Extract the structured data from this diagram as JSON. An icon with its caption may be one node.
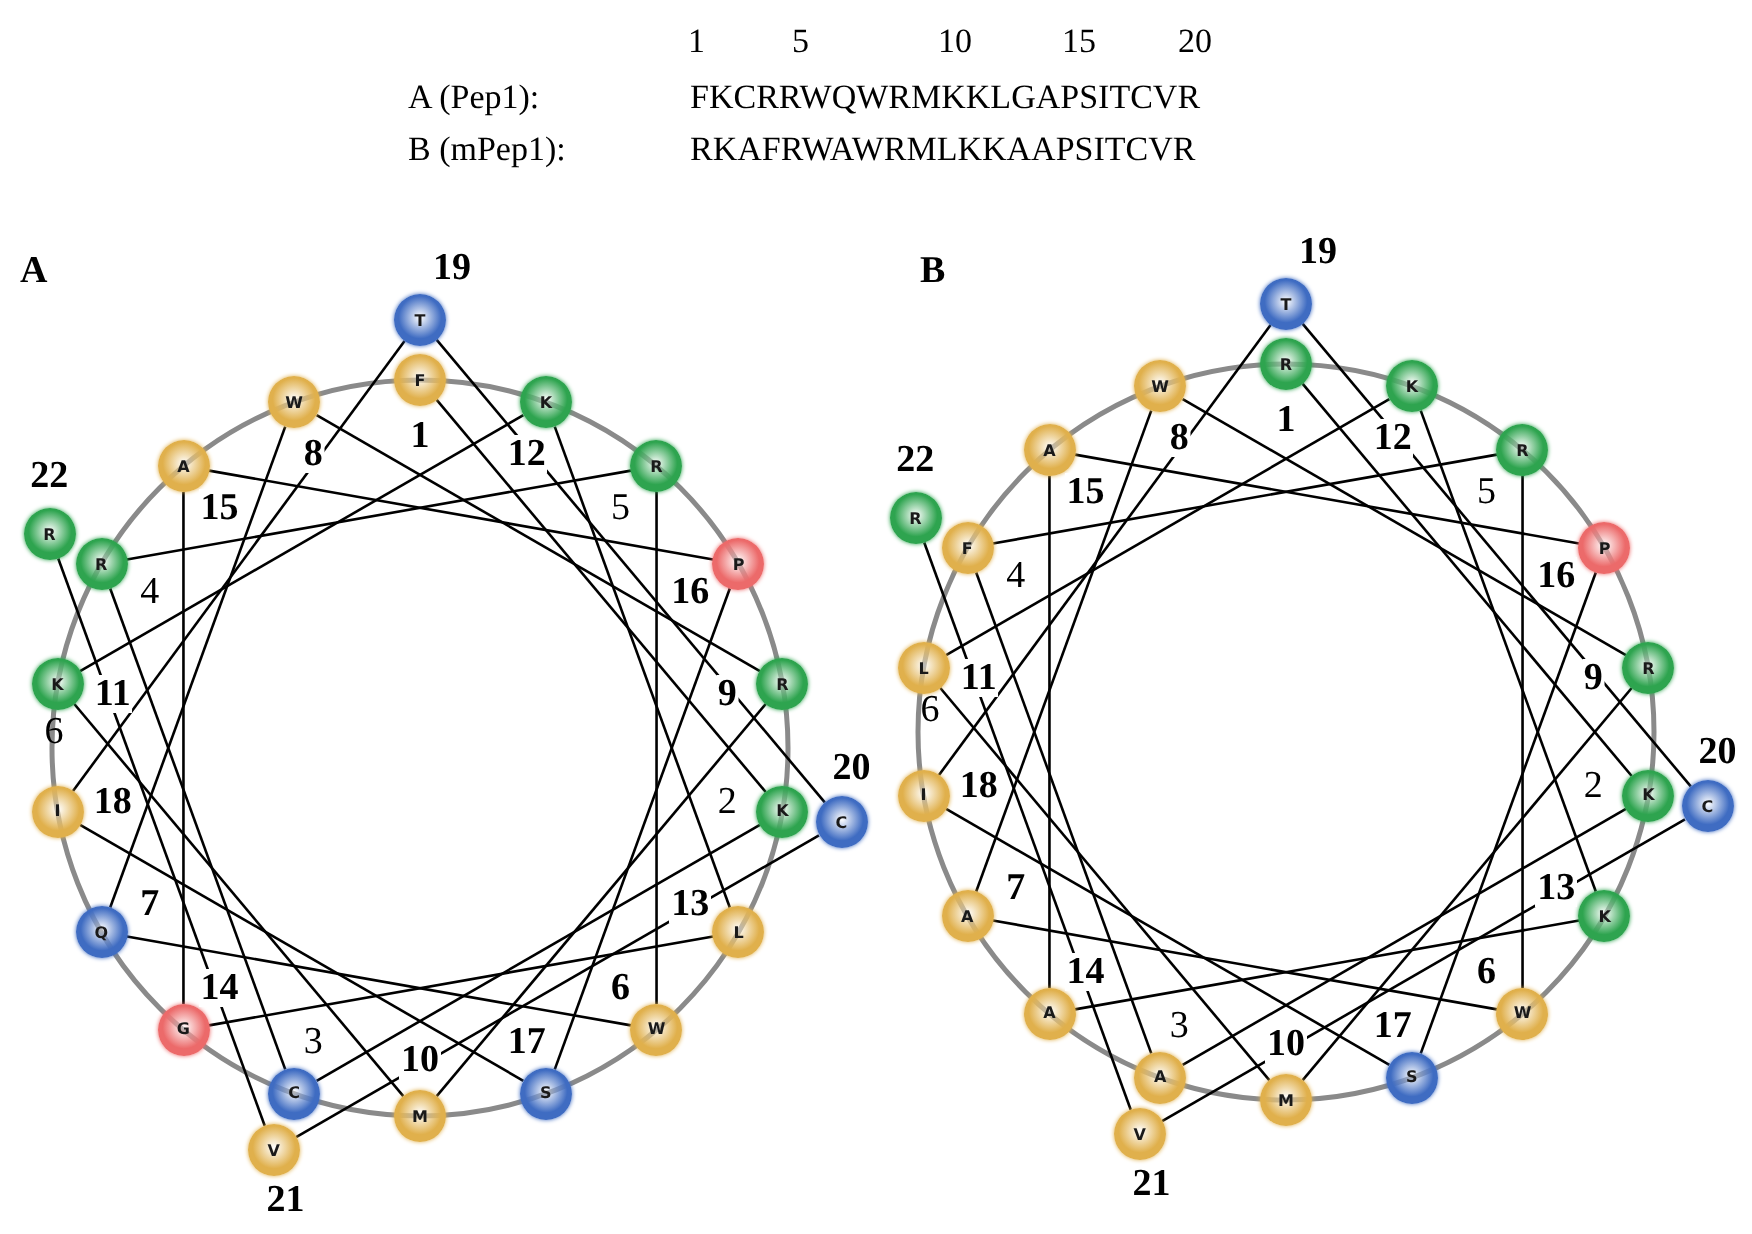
{
  "diagram": {
    "nodes": [
      {
        "text": [
          "F"
        ],
        "beside": [
          "1"
        ]
      },
      {
        "text": [
          "K"
        ],
        "beside": [
          "2"
        ]
      },
      {
        "text": [
          "C"
        ],
        "beside": [
          "3"
        ]
      },
      {
        "text": [
          "R"
        ],
        "beside": [
          "4"
        ]
      },
      {
        "text": [
          "R"
        ],
        "beside": [
          "5"
        ]
      },
      {
        "text": [
          "W"
        ],
        "beside": [
          "6"
        ]
      },
      {
        "text": [
          "Q"
        ],
        "beside": [
          "7"
        ]
      },
      {
        "text": [
          "W"
        ],
        "beside": [
          "8"
        ]
      },
      {
        "text": [
          "R"
        ],
        "beside": [
          "9"
        ]
      },
      {
        "text": [
          "M"
        ],
        "beside": [
          "10"
        ]
      },
      {
        "text": [
          "K"
        ],
        "beside": [
          "11"
        ]
      },
      {
        "text": [
          "K"
        ],
        "beside": [
          "12"
        ]
      },
      {
        "text": [
          "L"
        ],
        "beside": [
          "13"
        ]
      },
      {
        "text": [
          "G"
        ],
        "beside": [
          "14"
        ]
      },
      {
        "text": [
          "A"
        ],
        "beside": [
          "15"
        ]
      },
      {
        "text": [
          "P"
        ],
        "beside": [
          "16"
        ]
      },
      {
        "text": [
          "S"
        ],
        "beside": [
          "17"
        ]
      },
      {
        "text": [
          "I"
        ],
        "beside": [
          "18"
        ]
      },
      {
        "text": [
          "T"
        ],
        "beside": [
          "19"
        ]
      },
      {
        "text": [
          "C"
        ],
        "beside": [
          "20"
        ]
      },
      {
        "text": [
          "V"
        ],
        "beside": [
          "21"
        ]
      },
      {
        "text": [
          "R"
        ],
        "beside": [
          "22"
        ]
      },
      {
        "text": [
          "R"
        ],
        "beside": [
          "1"
        ]
      },
      {
        "text": [
          "K"
        ],
        "beside": [
          "2"
        ]
      },
      {
        "text": [
          "A"
        ],
        "beside": [
          "3"
        ]
      },
      {
        "text": [
          "F"
        ],
        "beside": [
          "4"
        ]
      },
      {
        "text": [
          "R"
        ],
        "beside": [
          "5"
        ]
      },
      {
        "text": [
          "W"
        ],
        "beside": [
          "6"
        ]
      },
      {
        "text": [
          "A"
        ],
        "beside": [
          "7"
        ]
      },
      {
        "text": [
          "W"
        ],
        "beside": [
          "8"
        ]
      },
      {
        "text": [
          "R"
        ],
        "beside": [
          "9"
        ]
      },
      {
        "text": [
          "M"
        ],
        "beside": [
          "10"
        ]
      },
      {
        "text": [
          "L"
        ],
        "beside": [
          "11"
        ]
      },
      {
        "text": [
          "K"
        ],
        "beside": [
          "12"
        ]
      },
      {
        "text": [
          "K"
        ],
        "beside": [
          "13"
        ]
      },
      {
        "text": [
          "A"
        ],
        "beside": [
          "14"
        ]
      },
      {
        "text": [
          "A"
        ],
        "beside": [
          "15"
        ]
      },
      {
        "text": [
          "P"
        ],
        "beside": [
          "16"
        ]
      },
      {
        "text": [
          "S"
        ],
        "beside": [
          "17"
        ]
      },
      {
        "text": [
          "I"
        ],
        "beside": [
          "18"
        ]
      },
      {
        "text": [
          "T"
        ],
        "beside": [
          "19"
        ]
      },
      {
        "text": [
          "C"
        ],
        "beside": [
          "20"
        ]
      },
      {
        "text": [
          "V"
        ],
        "beside": [
          "21"
        ]
      },
      {
        "text": [
          "R"
        ],
        "beside": [
          "22"
        ]
      }
    ],
    "edges": [
      {
        "from": 0,
        "to": 1,
        "arrow": "none"
      },
      {
        "from": 1,
        "to": 2,
        "arrow": "none"
      },
      {
        "from": 2,
        "to": 3,
        "arrow": "none"
      },
      {
        "from": 3,
        "to": 4,
        "arrow": "none"
      },
      {
        "from": 4,
        "to": 5,
        "arrow": "none"
      },
      {
        "from": 5,
        "to": 6,
        "arrow": "none"
      },
      {
        "from": 6,
        "to": 7,
        "arrow": "none"
      },
      {
        "from": 7,
        "to": 8,
        "arrow": "none"
      },
      {
        "from": 8,
        "to": 9,
        "arrow": "none"
      },
      {
        "from": 9,
        "to": 10,
        "arrow": "none"
      },
      {
        "from": 10,
        "to": 11,
        "arrow": "none"
      },
      {
        "from": 11,
        "to": 12,
        "arrow": "none"
      },
      {
        "from": 12,
        "to": 13,
        "arrow": "none"
      },
      {
        "from": 13,
        "to": 14,
        "arrow": "none"
      },
      {
        "from": 14,
        "to": 15,
        "arrow": "none"
      },
      {
        "from": 15,
        "to": 16,
        "arrow": "none"
      },
      {
        "from": 16,
        "to": 17,
        "arrow": "none"
      },
      {
        "from": 17,
        "to": 18,
        "arrow": "none"
      },
      {
        "from": 18,
        "to": 19,
        "arrow": "none"
      },
      {
        "from": 19,
        "to": 20,
        "arrow": "none"
      },
      {
        "from": 20,
        "to": 21,
        "arrow": "none"
      },
      {
        "from": 22,
        "to": 23,
        "arrow": "none"
      },
      {
        "from": 23,
        "to": 24,
        "arrow": "none"
      },
      {
        "from": 24,
        "to": 25,
        "arrow": "none"
      },
      {
        "from": 25,
        "to": 26,
        "arrow": "none"
      },
      {
        "from": 26,
        "to": 27,
        "arrow": "none"
      },
      {
        "from": 27,
        "to": 28,
        "arrow": "none"
      },
      {
        "from": 28,
        "to": 29,
        "arrow": "none"
      },
      {
        "from": 29,
        "to": 30,
        "arrow": "none"
      },
      {
        "from": 30,
        "to": 31,
        "arrow": "none"
      },
      {
        "from": 31,
        "to": 32,
        "arrow": "none"
      },
      {
        "from": 32,
        "to": 33,
        "arrow": "none"
      },
      {
        "from": 33,
        "to": 34,
        "arrow": "none"
      },
      {
        "from": 34,
        "to": 35,
        "arrow": "none"
      },
      {
        "from": 35,
        "to": 36,
        "arrow": "none"
      },
      {
        "from": 36,
        "to": 37,
        "arrow": "none"
      },
      {
        "from": 37,
        "to": 38,
        "arrow": "none"
      },
      {
        "from": 38,
        "to": 39,
        "arrow": "none"
      },
      {
        "from": 39,
        "to": 40,
        "arrow": "none"
      },
      {
        "from": 40,
        "to": 41,
        "arrow": "none"
      },
      {
        "from": 41,
        "to": 42,
        "arrow": "none"
      },
      {
        "from": 42,
        "to": 43,
        "arrow": "none"
      }
    ],
    "labels": [
      "1",
      "5",
      "10",
      "15",
      "20",
      "A (Pep1):",
      "FKCRRWQWRMKKLGAPSITCVR",
      "B (mPep1):",
      "RKAFRWAWRMLKKAAPSITCVR",
      "A",
      "6",
      "B",
      "6"
    ]
  }
}
